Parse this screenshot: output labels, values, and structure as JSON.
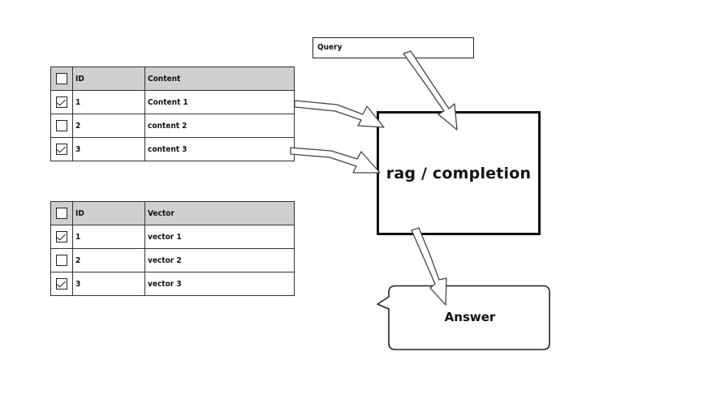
{
  "content_table": {
    "headers": [
      "ID",
      "Content"
    ],
    "rows": [
      {
        "checked": true,
        "id": "1",
        "value": "Content 1"
      },
      {
        "checked": false,
        "id": "2",
        "value": "content 2"
      },
      {
        "checked": true,
        "id": "3",
        "value": "content 3"
      }
    ]
  },
  "vector_table": {
    "headers": [
      "ID",
      "Vector"
    ],
    "rows": [
      {
        "checked": true,
        "id": "1",
        "value": "vector 1"
      },
      {
        "checked": false,
        "id": "2",
        "value": "vector 2"
      },
      {
        "checked": true,
        "id": "3",
        "value": "vector 3"
      }
    ]
  },
  "query_box": {
    "label": "Query"
  },
  "process_box": {
    "label": "rag / completion"
  },
  "answer_box": {
    "label": "Answer"
  },
  "colors": {
    "header_bg": "#cfcfcf",
    "stroke": "#222222",
    "arrow_fill": "#ffffff"
  }
}
